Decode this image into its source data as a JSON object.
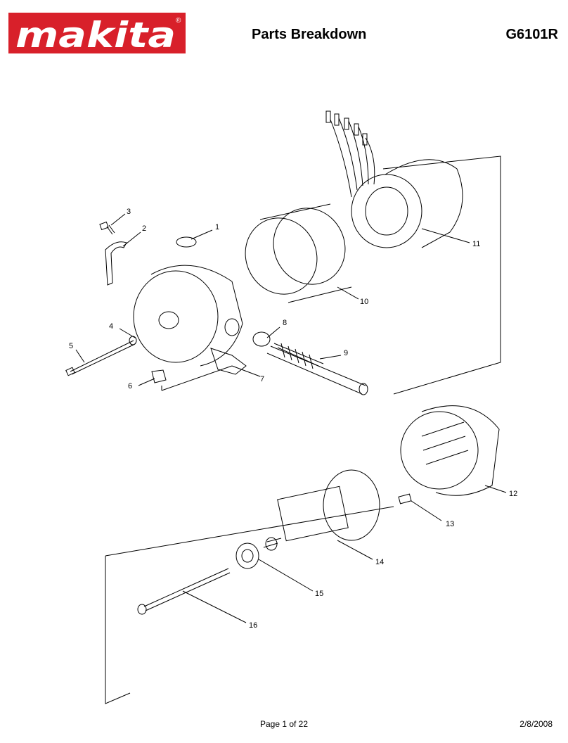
{
  "brand": {
    "logo_text": "makita",
    "registered_mark": "®",
    "logo_color": "#d8202a"
  },
  "header": {
    "title": "Parts Breakdown",
    "model": "G6101R"
  },
  "callouts": [
    "1",
    "2",
    "3",
    "4",
    "5",
    "6",
    "7",
    "8",
    "9",
    "10",
    "11",
    "12",
    "13",
    "14",
    "15",
    "16"
  ],
  "footer": {
    "page": "Page 1 of 22",
    "date": "2/8/2008"
  }
}
